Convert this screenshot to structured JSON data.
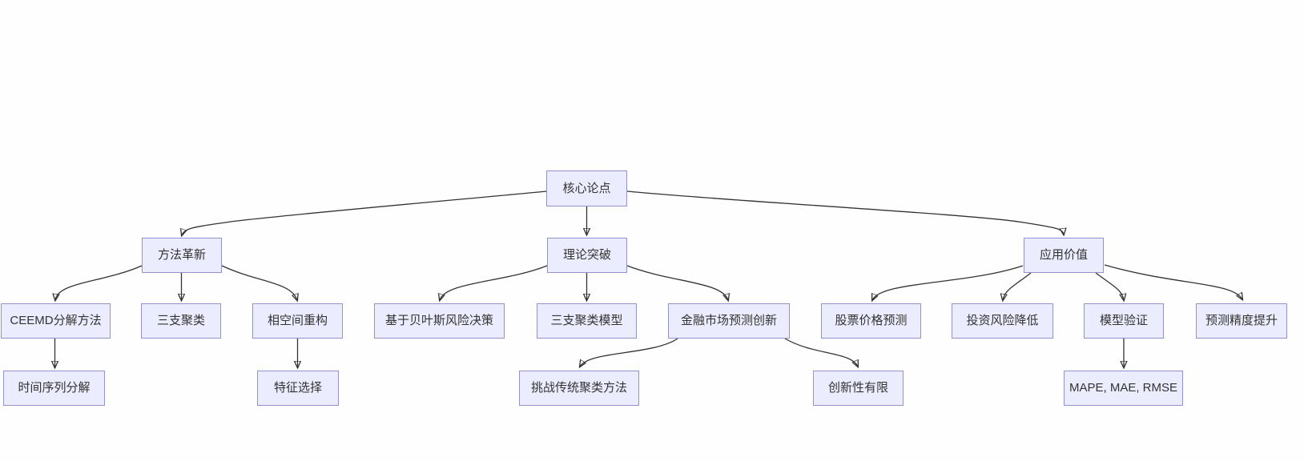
{
  "diagram": {
    "type": "flowchart",
    "orientation": "top-down",
    "colors": {
      "node_fill": "#ECECFF",
      "node_border": "#9393C9",
      "edge_line": "#333333",
      "node_text": "#333333",
      "background": "#FEFEFE"
    },
    "nodes": [
      {
        "id": "core",
        "label": "核心论点"
      },
      {
        "id": "method",
        "label": "方法革新"
      },
      {
        "id": "theory",
        "label": "理论突破"
      },
      {
        "id": "value",
        "label": "应用价值"
      },
      {
        "id": "ceemd",
        "label": "CEEMD分解方法"
      },
      {
        "id": "threeway",
        "label": "三支聚类"
      },
      {
        "id": "phase",
        "label": "相空间重构"
      },
      {
        "id": "bayes",
        "label": "基于贝叶斯风险决策"
      },
      {
        "id": "twmodel",
        "label": "三支聚类模型"
      },
      {
        "id": "finance",
        "label": "金融市场预测创新"
      },
      {
        "id": "stock",
        "label": "股票价格预测"
      },
      {
        "id": "risk",
        "label": "投资风险降低"
      },
      {
        "id": "validate",
        "label": "模型验证"
      },
      {
        "id": "accuracy",
        "label": "预测精度提升"
      },
      {
        "id": "tsdecomp",
        "label": "时间序列分解"
      },
      {
        "id": "feature",
        "label": "特征选择"
      },
      {
        "id": "challenge",
        "label": "挑战传统聚类方法"
      },
      {
        "id": "limited",
        "label": "创新性有限"
      },
      {
        "id": "metrics",
        "label": "MAPE, MAE, RMSE"
      }
    ],
    "edges": [
      {
        "from": "core",
        "to": "method"
      },
      {
        "from": "core",
        "to": "theory"
      },
      {
        "from": "core",
        "to": "value"
      },
      {
        "from": "method",
        "to": "ceemd"
      },
      {
        "from": "method",
        "to": "threeway"
      },
      {
        "from": "method",
        "to": "phase"
      },
      {
        "from": "theory",
        "to": "bayes"
      },
      {
        "from": "theory",
        "to": "twmodel"
      },
      {
        "from": "theory",
        "to": "finance"
      },
      {
        "from": "value",
        "to": "stock"
      },
      {
        "from": "value",
        "to": "risk"
      },
      {
        "from": "value",
        "to": "validate"
      },
      {
        "from": "value",
        "to": "accuracy"
      },
      {
        "from": "ceemd",
        "to": "tsdecomp"
      },
      {
        "from": "phase",
        "to": "feature"
      },
      {
        "from": "finance",
        "to": "challenge"
      },
      {
        "from": "finance",
        "to": "limited"
      },
      {
        "from": "validate",
        "to": "metrics"
      }
    ]
  }
}
